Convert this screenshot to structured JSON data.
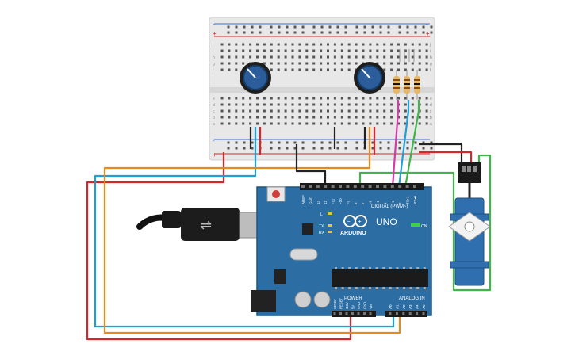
{
  "board": {
    "brand": "ARDUINO",
    "model": "UNO",
    "digital_header": "DIGITAL (PWM~)",
    "power_header": "POWER",
    "analog_header": "ANALOG IN",
    "on_led": "ON",
    "tx_led": "TX",
    "rx_led": "RX",
    "l_led": "L",
    "digital_pins": [
      "AREF",
      "GND",
      "13",
      "12",
      "~11",
      "~10",
      "~9",
      "8",
      "7",
      "~6",
      "~5",
      "4",
      "~3",
      "2",
      "TX▸1",
      "RX◂0"
    ],
    "power_pins": [
      "IOREF",
      "RESET",
      "3.3V",
      "5V",
      "GND",
      "GND",
      "Vin"
    ],
    "analog_pins": [
      "A0",
      "A1",
      "A2",
      "A3",
      "A4",
      "A5"
    ]
  },
  "breadboard": {
    "row_letters_top": [
      "j",
      "i",
      "h",
      "g",
      "f"
    ],
    "row_letters_bottom": [
      "e",
      "d",
      "c",
      "b",
      "a"
    ],
    "plus": "+",
    "minus": "-"
  },
  "components": {
    "potentiometers": 2,
    "resistors": 3,
    "servo": 1,
    "usb_cable": 1
  },
  "colors": {
    "board": "#2c6ea3",
    "breadboard": "#e6e6e6",
    "wire_red": "#d62728",
    "wire_orange": "#e8891c",
    "wire_blue": "#1f9ed8",
    "wire_black": "#222222",
    "wire_green": "#3fb54a",
    "wire_magenta": "#d63aa8",
    "wire_purple": "#6a3fb5",
    "pot": "#2a5d9a",
    "servo": "#2f6fb0"
  }
}
